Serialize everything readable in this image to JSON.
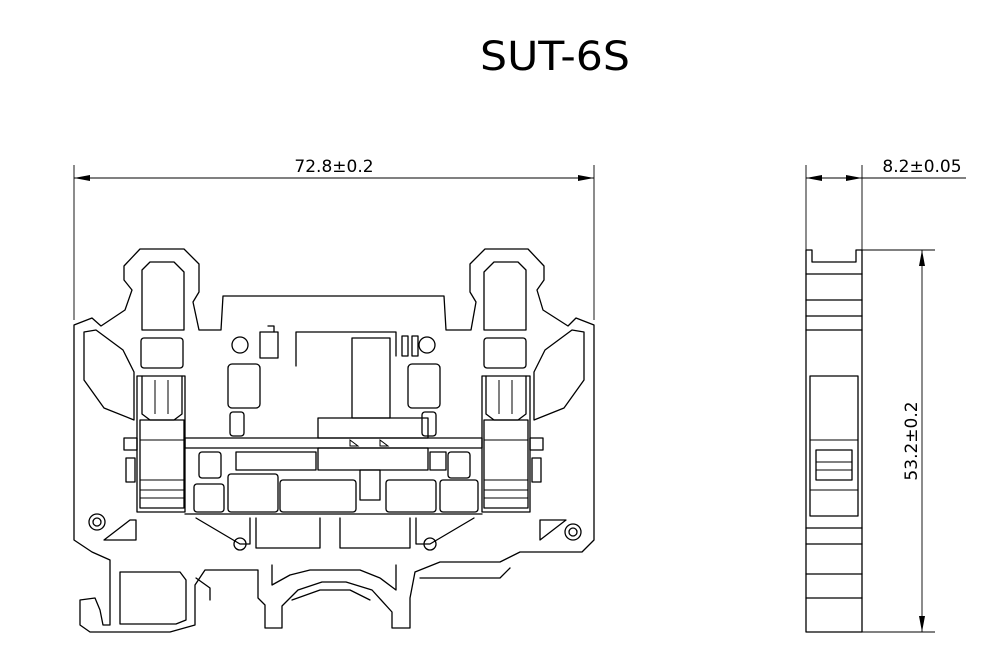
{
  "title": "SUT-6S",
  "dimensions": {
    "width": "72.8±0.2",
    "thickness": "8.2±0.05",
    "height": "53.2±0.2"
  }
}
